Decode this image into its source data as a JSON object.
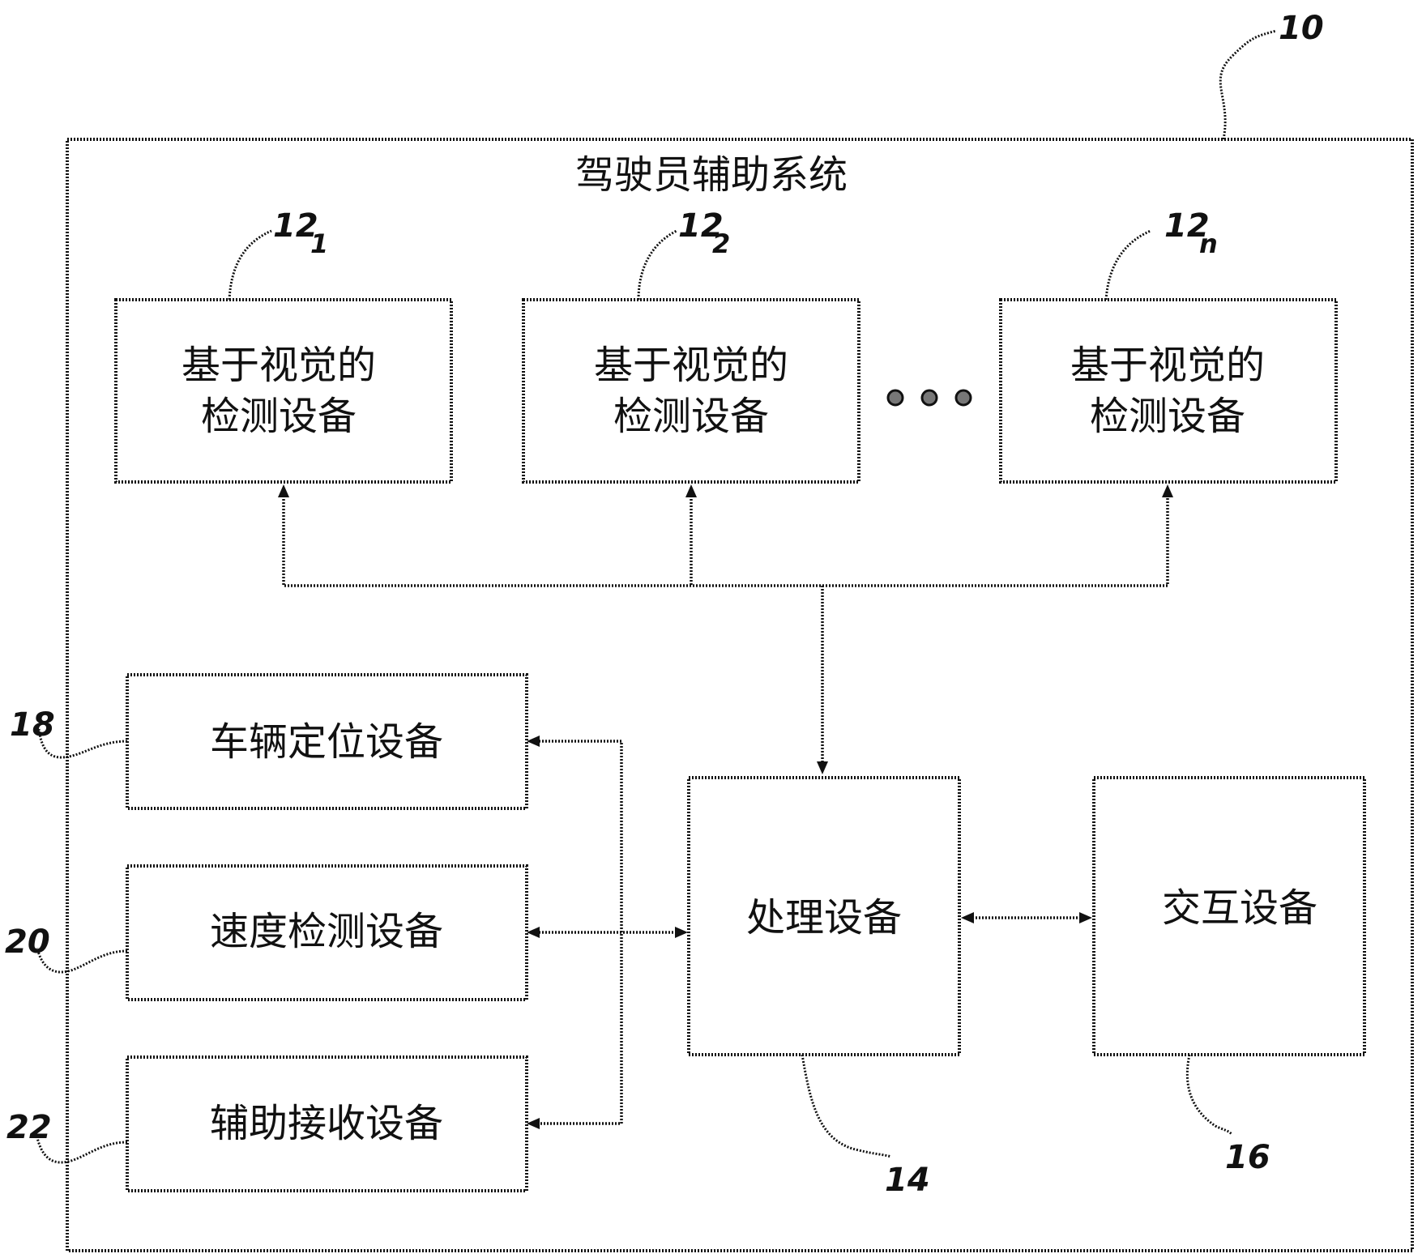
{
  "system": {
    "ref": "10",
    "title": "驾驶员辅助系统"
  },
  "detectors": [
    {
      "ref_main": "12",
      "ref_sub": "1",
      "line1": "基于视觉的",
      "line2": "检测设备"
    },
    {
      "ref_main": "12",
      "ref_sub": "2",
      "line1": "基于视觉的",
      "line2": "检测设备"
    },
    {
      "ref_main": "12",
      "ref_sub": "n",
      "line1": "基于视觉的",
      "line2": "检测设备"
    }
  ],
  "sensors": [
    {
      "ref": "18",
      "label": "车辆定位设备"
    },
    {
      "ref": "20",
      "label": "速度检测设备"
    },
    {
      "ref": "22",
      "label": "辅助接收设备"
    }
  ],
  "processor": {
    "ref": "14",
    "label": "处理设备"
  },
  "interaction": {
    "ref": "16",
    "label": "交互设备"
  }
}
